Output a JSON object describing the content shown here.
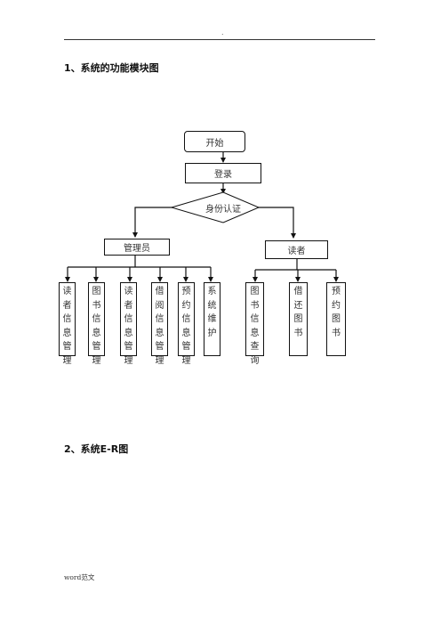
{
  "header": {
    "mark": "."
  },
  "section1": {
    "title": "1、系统的功能模块图"
  },
  "section2": {
    "title": "2、系统E-R图"
  },
  "footer": {
    "text": "word范文"
  },
  "diagram": {
    "start": "开始",
    "login": "登录",
    "auth": "身份认证",
    "admin": "管理员",
    "reader": "读者",
    "admin_modules": [
      "读者信息管理",
      "图书信息管理",
      "读者信息管理",
      "借阅信息管理",
      "预约信息管理",
      "系统维护"
    ],
    "reader_modules": [
      "图书信息查询",
      "借还图书",
      "预约图书"
    ]
  }
}
